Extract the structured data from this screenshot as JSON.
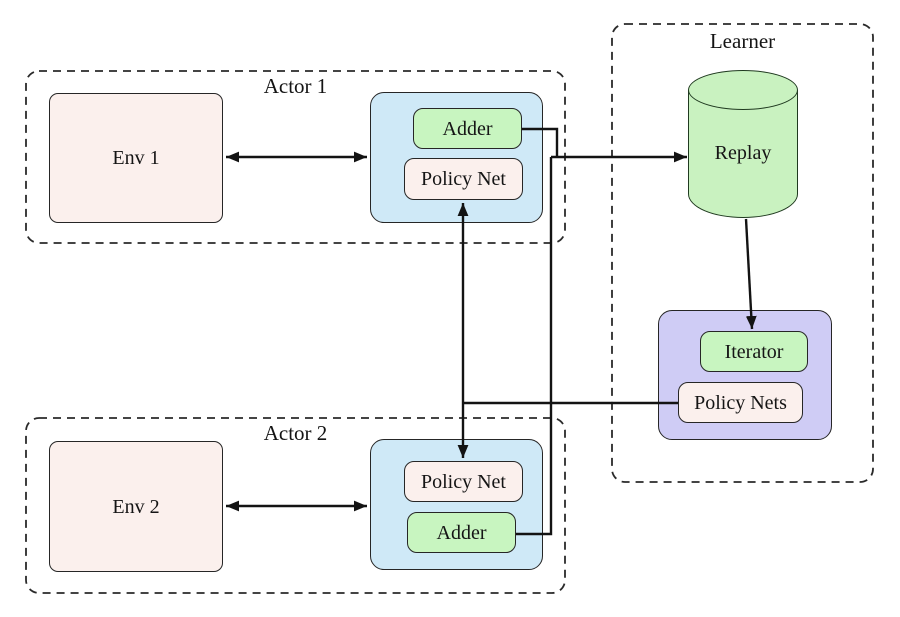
{
  "containers": {
    "actor1": {
      "label": "Actor 1"
    },
    "actor2": {
      "label": "Actor 2"
    },
    "learner": {
      "label": "Learner"
    }
  },
  "nodes": {
    "env1": {
      "label": "Env 1"
    },
    "adder1": {
      "label": "Adder"
    },
    "policy_net1": {
      "label": "Policy Net"
    },
    "env2": {
      "label": "Env 2"
    },
    "policy_net2": {
      "label": "Policy Net"
    },
    "adder2": {
      "label": "Adder"
    },
    "replay": {
      "label": "Replay"
    },
    "iterator": {
      "label": "Iterator"
    },
    "policy_nets": {
      "label": "Policy Nets"
    }
  },
  "edges": [
    {
      "from": "env1",
      "to": "actor1-net-box",
      "direction": "bidirectional"
    },
    {
      "from": "env2",
      "to": "actor2-net-box",
      "direction": "bidirectional"
    },
    {
      "from": "adder1",
      "to": "replay",
      "direction": "forward"
    },
    {
      "from": "adder2",
      "to": "replay",
      "direction": "forward"
    },
    {
      "from": "replay",
      "to": "iterator",
      "direction": "forward"
    },
    {
      "from": "policy_nets",
      "to": "policy_net1",
      "direction": "forward"
    },
    {
      "from": "policy_nets",
      "to": "policy_net2",
      "direction": "forward"
    }
  ],
  "colors": {
    "node_pink": "#fbf0ed",
    "node_green": "#c8f5c0",
    "actor_box_blue": "#cfe9f7",
    "learner_box_purple": "#cfccf5",
    "cylinder_green": "#c9f2c0",
    "wire_black": "#131313",
    "dashed_border": "#2a2a2a",
    "background": "#ffffff"
  }
}
